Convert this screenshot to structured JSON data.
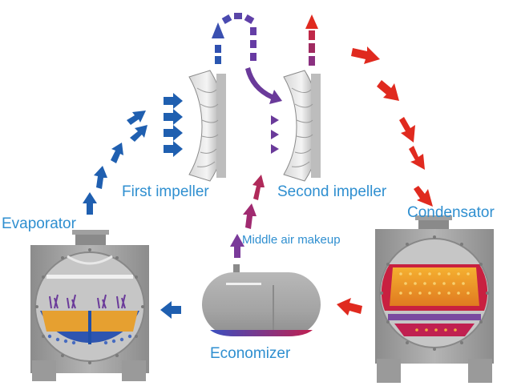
{
  "labels": {
    "first_impeller": "First impeller",
    "second_impeller": "Second impeller",
    "evaporator": "Evaporator",
    "condensator": "Condensator",
    "middle_air_makeup": "Middle air makeup",
    "economizer": "Economizer"
  },
  "icons": [
    "impeller-icon",
    "evaporator-vessel-icon",
    "condensator-vessel-icon",
    "economizer-tank-icon",
    "flow-arrow-icon"
  ],
  "colors": {
    "label_blue": "#2f8fd0",
    "flow_blue": "#1f5fb0",
    "flow_purple": "#6a3a9a",
    "flow_red": "#e02a1f",
    "vessel_gray": "#9a9a9a",
    "hot_orange": "#f0a030",
    "hot_red": "#c82040"
  }
}
